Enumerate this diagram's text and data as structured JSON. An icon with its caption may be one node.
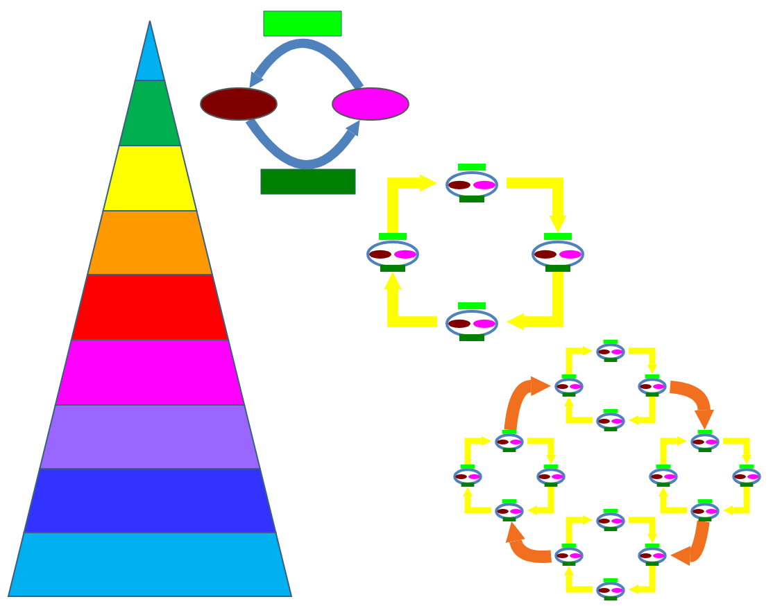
{
  "diagram": {
    "nodes": [
      {
        "text": [],
        "shape": "ellipse"
      },
      {
        "text": [],
        "shape": "ellipse"
      },
      {
        "text": [],
        "shape": "circle"
      },
      {
        "text": [],
        "shape": "circle"
      },
      {
        "text": [],
        "shape": "circle"
      },
      {
        "text": [],
        "shape": "circle"
      },
      {
        "text": [],
        "shape": "circle"
      },
      {
        "text": [],
        "shape": "circle"
      },
      {
        "text": [],
        "shape": "circle"
      },
      {
        "text": [],
        "shape": "circle"
      },
      {
        "text": [],
        "shape": "circle"
      },
      {
        "text": [],
        "shape": "circle"
      },
      {
        "text": [],
        "shape": "circle"
      },
      {
        "text": [],
        "shape": "circle"
      },
      {
        "text": [],
        "shape": "circle"
      },
      {
        "text": [],
        "shape": "circle"
      },
      {
        "text": [],
        "shape": "circle"
      },
      {
        "text": [],
        "shape": "circle"
      },
      {
        "text": [],
        "shape": "circle"
      },
      {
        "text": [],
        "shape": "circle"
      },
      {
        "text": [],
        "shape": "circle"
      },
      {
        "text": [],
        "shape": "circle"
      }
    ],
    "edges": [
      {
        "from": 1,
        "to": 0,
        "arrow": "to",
        "color": "#4f81bd"
      },
      {
        "from": 0,
        "to": 1,
        "arrow": "to",
        "color": "#4f81bd"
      },
      {
        "from": 5,
        "to": 2,
        "arrow": "to"
      },
      {
        "from": 2,
        "to": 3,
        "arrow": "to"
      },
      {
        "from": 3,
        "to": 4,
        "arrow": "to"
      },
      {
        "from": 4,
        "to": 5,
        "arrow": "to"
      },
      {
        "from": 9,
        "to": 6,
        "arrow": "to"
      },
      {
        "from": 6,
        "to": 7,
        "arrow": "to"
      },
      {
        "from": 7,
        "to": 8,
        "arrow": "to"
      },
      {
        "from": 8,
        "to": 9,
        "arrow": "to"
      },
      {
        "from": 13,
        "to": 10,
        "arrow": "to"
      },
      {
        "from": 10,
        "to": 11,
        "arrow": "to"
      },
      {
        "from": 11,
        "to": 12,
        "arrow": "to"
      },
      {
        "from": 12,
        "to": 13,
        "arrow": "to"
      },
      {
        "from": 17,
        "to": 14,
        "arrow": "to"
      },
      {
        "from": 14,
        "to": 15,
        "arrow": "to"
      },
      {
        "from": 15,
        "to": 16,
        "arrow": "to"
      },
      {
        "from": 16,
        "to": 17,
        "arrow": "to"
      },
      {
        "from": 21,
        "to": 18,
        "arrow": "to"
      },
      {
        "from": 18,
        "to": 19,
        "arrow": "to"
      },
      {
        "from": 19,
        "to": 20,
        "arrow": "to"
      },
      {
        "from": 20,
        "to": 21,
        "arrow": "to"
      },
      {
        "from": 10,
        "to": 9,
        "arrow": "to",
        "style": "thick",
        "color": "#f07020"
      },
      {
        "from": 7,
        "to": 14,
        "arrow": "to",
        "style": "thick",
        "color": "#f07020"
      },
      {
        "from": 16,
        "to": 19,
        "arrow": "to",
        "style": "thick",
        "color": "#f07020"
      },
      {
        "from": 21,
        "to": 12,
        "arrow": "to",
        "style": "thick",
        "color": "#f07020"
      }
    ]
  }
}
